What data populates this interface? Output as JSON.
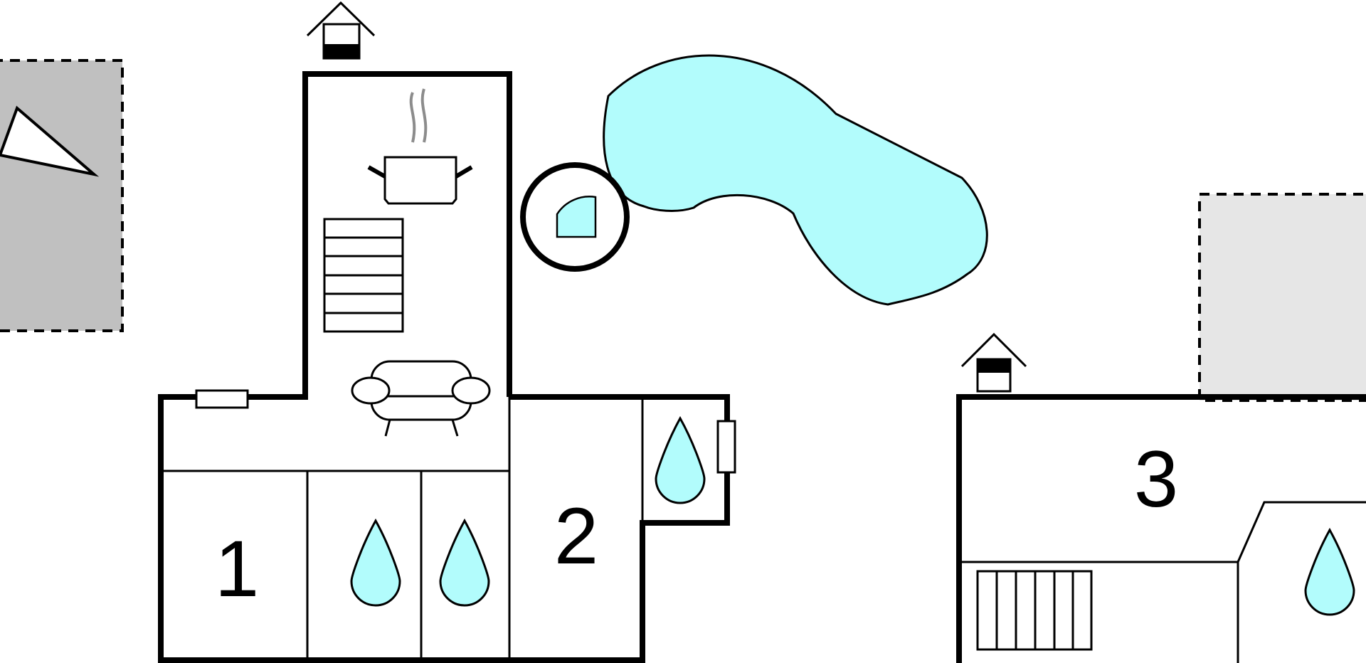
{
  "colors": {
    "wall": "#000000",
    "water": "#b2fcfc",
    "outdoor_dark": "#c0c0c0",
    "outdoor_light": "#e6e6e6",
    "steam": "#8c8c8c",
    "background": "#ffffff"
  },
  "rooms": [
    {
      "id": "bedroom-1",
      "label": "1"
    },
    {
      "id": "bedroom-2",
      "label": "2"
    },
    {
      "id": "bedroom-3",
      "label": "3"
    }
  ],
  "icons": [
    "house-entrance-icon",
    "terrace-icon",
    "parasol-icon",
    "pool-icon",
    "hot-tub-icon",
    "kitchen-pot-icon",
    "staircase-icon",
    "sofa-icon",
    "window-icon",
    "bathroom-drop-icon",
    "radiator-icon"
  ]
}
